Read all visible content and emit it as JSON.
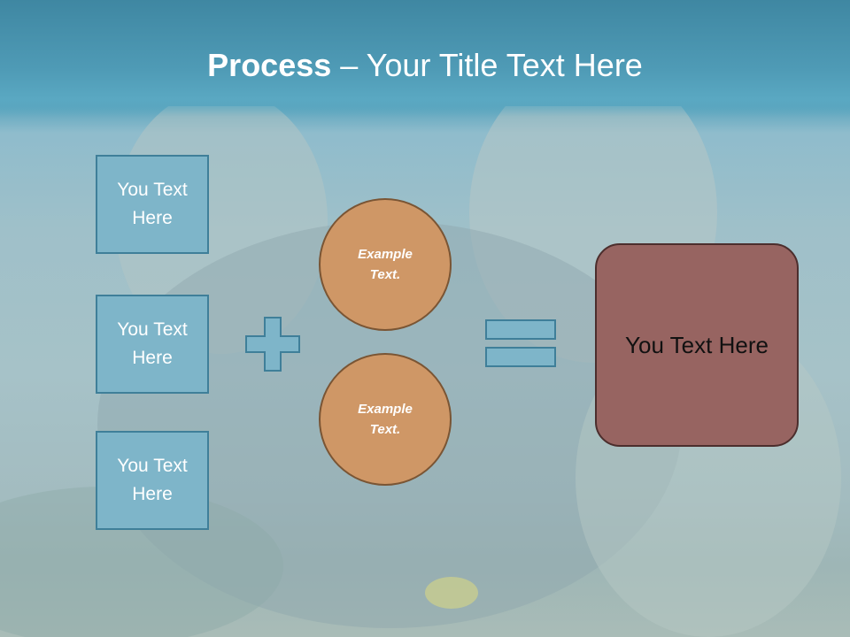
{
  "title": {
    "bold": "Process",
    "dash": " – ",
    "rest": "Your Title Text Here"
  },
  "inputs": [
    {
      "label": "You Text\nHere"
    },
    {
      "label": "You Text\nHere"
    },
    {
      "label": "You Text\nHere"
    }
  ],
  "circles": [
    {
      "label": "Example\nText."
    },
    {
      "label": "Example\nText."
    }
  ],
  "result": {
    "label": "You Text Here"
  },
  "colors": {
    "title_band": "#4f9bb6",
    "box_fill": "#7eb5c9",
    "box_border": "#3f7f99",
    "circle_fill": "#cf9766",
    "circle_border": "#7a5534",
    "result_fill": "#976461",
    "result_border": "#4c2e2d"
  },
  "icons": [
    "plus-icon",
    "equals-icon"
  ]
}
